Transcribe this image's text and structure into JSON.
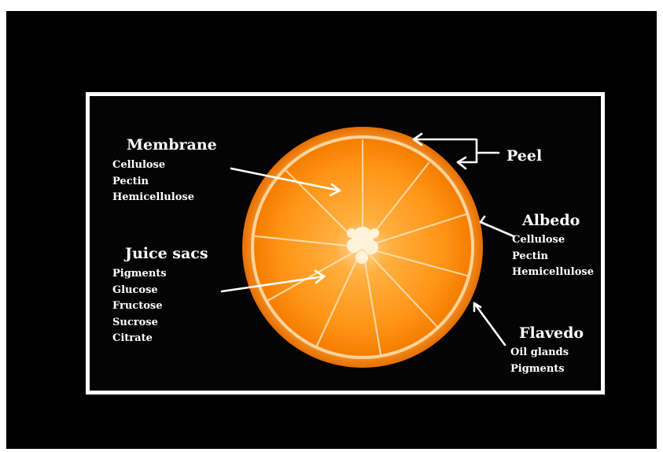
{
  "labels": {
    "membrane": {
      "title": "Membrane",
      "items": [
        "Cellulose",
        "Pectin",
        "Hemicellulose"
      ]
    },
    "juice_sacs": {
      "title": "Juice sacs",
      "items": [
        "Pigments",
        "Glucose",
        "Fructose",
        "Sucrose",
        "Citrate"
      ]
    },
    "peel": {
      "title": "Peel"
    },
    "albedo": {
      "title": "Albedo",
      "items": [
        "Cellulose",
        "Pectin",
        "Hemicellulose"
      ]
    },
    "flavedo": {
      "title": "Flavedo",
      "items": [
        "Oil glands",
        "Pigments"
      ]
    }
  },
  "colors": {
    "background": "#000000",
    "frame": "#ffffff",
    "peel": "#f07800",
    "flesh": "#ff9a1e",
    "text": "#ffffff"
  }
}
